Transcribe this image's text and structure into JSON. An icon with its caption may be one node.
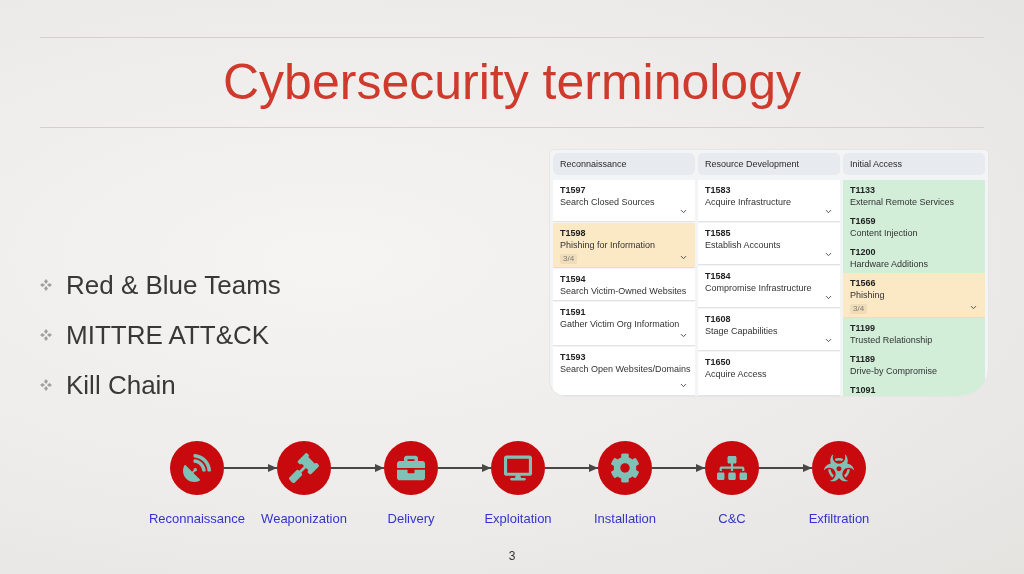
{
  "diagram": {
    "title": "Cybersecurity terminology",
    "nodes": [
      {
        "text": [],
        "shape": "box"
      },
      {
        "text": [
          "Reconnaissance"
        ],
        "in": 0
      },
      {
        "text": [
          "T1597",
          "Search Closed Sources"
        ],
        "in": 0
      },
      {
        "text": [
          "T1598",
          "Phishing for Information",
          "3/4"
        ],
        "in": 0
      },
      {
        "text": [
          "T1594",
          "Search Victim-Owned Websites"
        ],
        "in": 0
      },
      {
        "text": [
          "T1591",
          "Gather Victim Org Information"
        ],
        "in": 0
      },
      {
        "text": [
          "T1593",
          "Search Open Websites/Domains"
        ],
        "in": 0
      },
      {
        "text": [
          "Resource Development"
        ],
        "in": 0
      },
      {
        "text": [
          "T1583",
          "Acquire Infrastructure"
        ],
        "in": 0
      },
      {
        "text": [
          "T1585",
          "Establish Accounts"
        ],
        "in": 0
      },
      {
        "text": [
          "T1584",
          "Compromise Infrastructure"
        ],
        "in": 0
      },
      {
        "text": [
          "T1608",
          "Stage Capabilities"
        ],
        "in": 0
      },
      {
        "text": [
          "T1650",
          "Acquire Access"
        ],
        "in": 0
      },
      {
        "text": [
          "Initial Access"
        ],
        "in": 0
      },
      {
        "text": [
          "T1133",
          "External Remote Services"
        ],
        "in": 0
      },
      {
        "text": [
          "T1659",
          "Content Injection"
        ],
        "in": 0
      },
      {
        "text": [
          "T1200",
          "Hardware Additions"
        ],
        "in": 0
      },
      {
        "text": [
          "T1566",
          "Phishing",
          "3/4"
        ],
        "in": 0
      },
      {
        "text": [
          "T1199",
          "Trusted Relationship"
        ],
        "in": 0
      },
      {
        "text": [
          "T1189",
          "Drive-by Compromise"
        ],
        "in": 0
      },
      {
        "text": [
          "T1091"
        ],
        "in": 0
      },
      {
        "text": [],
        "shape": "circle",
        "beside": [
          "Reconnaissance"
        ]
      },
      {
        "text": [],
        "shape": "circle",
        "beside": [
          "Weaponization"
        ]
      },
      {
        "text": [],
        "shape": "circle",
        "beside": [
          "Delivery"
        ]
      },
      {
        "text": [],
        "shape": "circle",
        "beside": [
          "Exploitation"
        ]
      },
      {
        "text": [],
        "shape": "circle",
        "beside": [
          "Installation"
        ]
      },
      {
        "text": [],
        "shape": "circle",
        "beside": [
          "C&C"
        ]
      },
      {
        "text": [],
        "shape": "circle",
        "beside": [
          "Exfiltration"
        ]
      }
    ],
    "edges": [
      {
        "from": 21,
        "to": 22,
        "arrow": "to"
      },
      {
        "from": 22,
        "to": 23,
        "arrow": "to"
      },
      {
        "from": 23,
        "to": 24,
        "arrow": "to"
      },
      {
        "from": 24,
        "to": 25,
        "arrow": "to"
      },
      {
        "from": 25,
        "to": 26,
        "arrow": "to"
      },
      {
        "from": 26,
        "to": 27,
        "arrow": "to"
      }
    ],
    "labels": [
      "Red & Blue Teams",
      "MITTRE ATT&CK",
      "Kill Chain",
      "3"
    ]
  }
}
